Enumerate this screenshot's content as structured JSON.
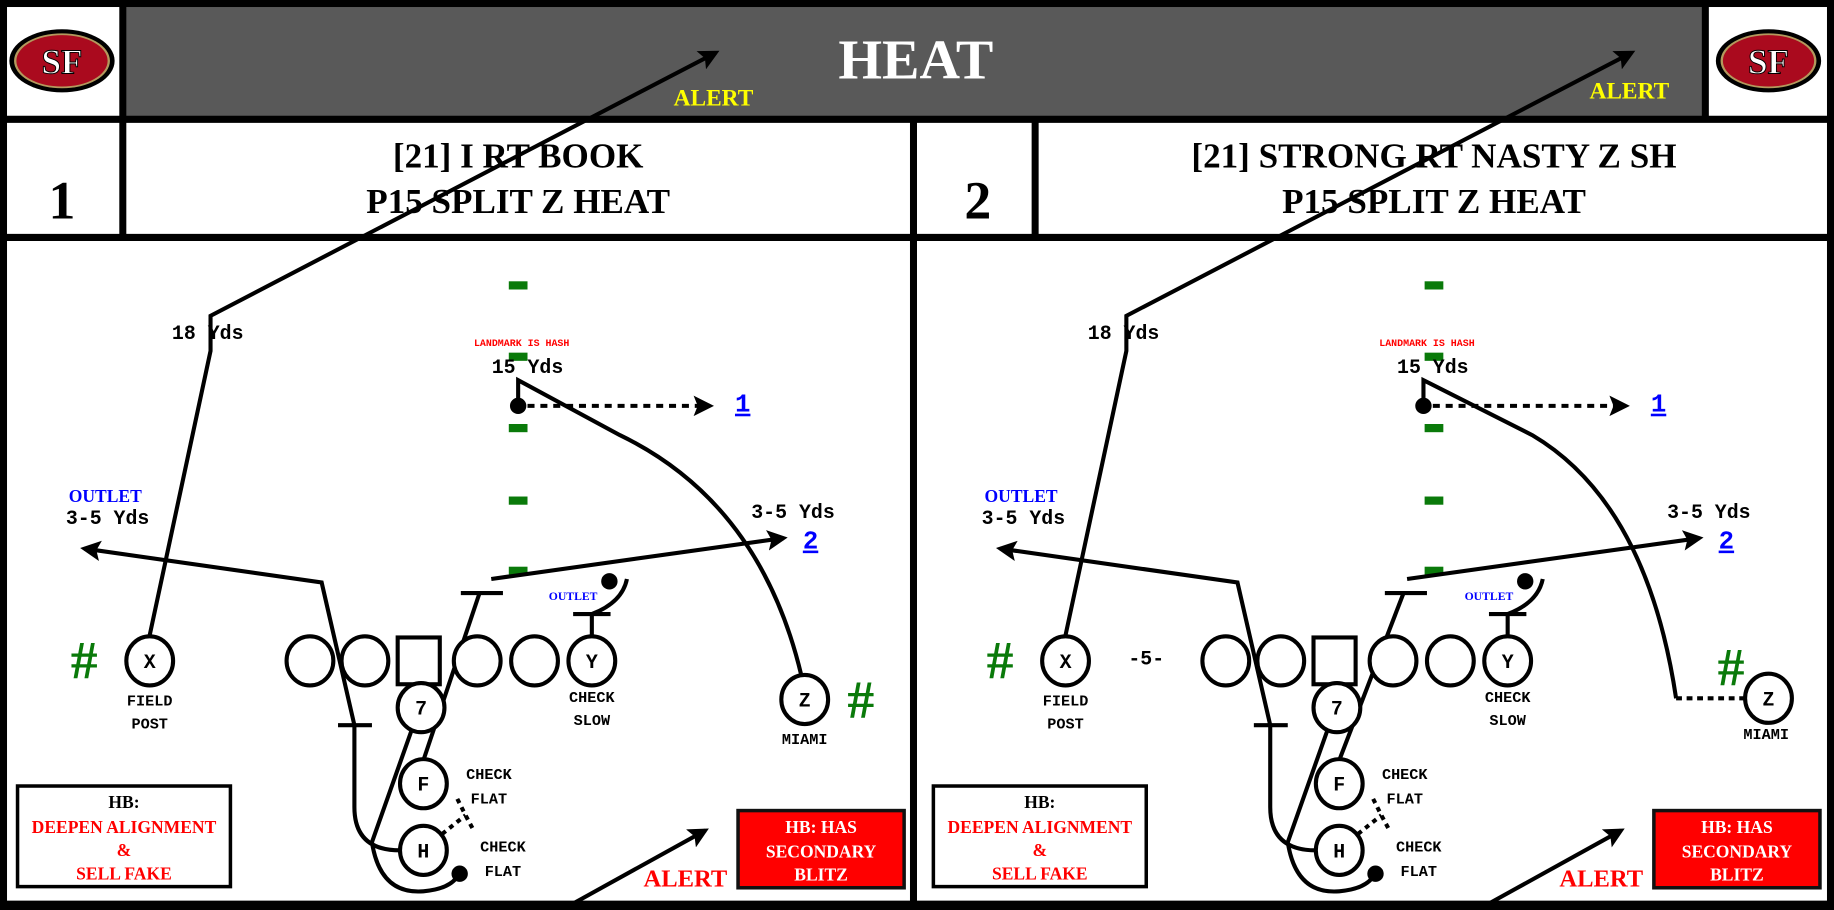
{
  "header": {
    "title": "HEAT",
    "alert_label": "ALERT"
  },
  "logo": {
    "text": "SF",
    "colors": {
      "red": "#aa0a1e",
      "gold": "#b3995d"
    }
  },
  "colors": {
    "header_bg": "#595959",
    "hash_green": "#0a7a0a",
    "alert_yellow": "#ffff00",
    "alert_red": "#ff0000",
    "link_blue": "#0000ff"
  },
  "plays": [
    {
      "number": "1",
      "title_line1": "[21] I RT BOOK",
      "title_line2": "P15 SPLIT Z HEAT",
      "x_depth": "18 Yds",
      "landmark": "LANDMARK IS HASH",
      "qb_depth": "15 Yds",
      "read1": "1",
      "outlet_left": "OUTLET",
      "left_depth": "3-5 Yds",
      "right_depth": "3-5 Yds",
      "read2": "2",
      "outlet_small": "OUTLET",
      "x": "X",
      "x_note1": "FIELD",
      "x_note2": "POST",
      "y": "Y",
      "y_note1": "CHECK",
      "y_note2": "SLOW",
      "z": "Z",
      "z_note": "MIAMI",
      "qb": "7",
      "f": "F",
      "f_note1": "CHECK",
      "f_note2": "FLAT",
      "h": "H",
      "h_note1": "CHECK",
      "h_note2": "FLAT",
      "hash_symbol": "#",
      "hb_box": {
        "line1": "HB:",
        "line2": "DEEPEN ALIGNMENT",
        "line3": "&",
        "line4": "SELL FAKE"
      },
      "blitz_box": {
        "line1": "HB: HAS",
        "line2": "SECONDARY",
        "line3": "BLITZ"
      },
      "alert": "ALERT"
    },
    {
      "number": "2",
      "title_line1": "[21] STRONG RT NASTY Z SH",
      "title_line2": "P15 SPLIT Z HEAT",
      "x_depth": "18 Yds",
      "landmark": "LANDMARK IS HASH",
      "qb_depth": "15 Yds",
      "read1": "1",
      "outlet_left": "OUTLET",
      "left_depth": "3-5 Yds",
      "right_depth": "3-5 Yds",
      "read2": "2",
      "outlet_small": "OUTLET",
      "split": "-5-",
      "x": "X",
      "x_note1": "FIELD",
      "x_note2": "POST",
      "y": "Y",
      "y_note1": "CHECK",
      "y_note2": "SLOW",
      "z": "Z",
      "z_note": "MIAMI",
      "qb": "7",
      "f": "F",
      "f_note1": "CHECK",
      "f_note2": "FLAT",
      "h": "H",
      "h_note1": "CHECK",
      "h_note2": "FLAT",
      "hash_symbol": "#",
      "hb_box": {
        "line1": "HB:",
        "line2": "DEEPEN ALIGNMENT",
        "line3": "&",
        "line4": "SELL FAKE"
      },
      "blitz_box": {
        "line1": "HB: HAS",
        "line2": "SECONDARY",
        "line3": "BLITZ"
      },
      "alert": "ALERT"
    }
  ]
}
